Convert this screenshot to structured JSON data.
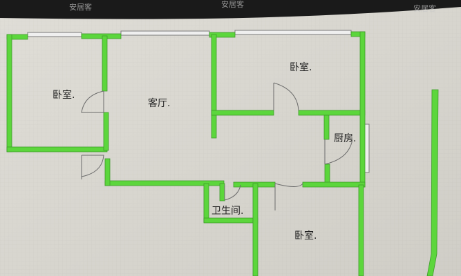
{
  "rooms": {
    "bedroom_left": "卧室.",
    "living_room": "客厅.",
    "bedroom_top_right": "卧室.",
    "kitchen": "厨房.",
    "bathroom": "卫生间.",
    "bedroom_bottom": "卧室."
  },
  "watermarks": [
    "安居客",
    "安居客",
    "安居客"
  ],
  "colors": {
    "wall": "#5cd63c",
    "wall_edge": "#3e9a2a",
    "background": "#d9d7d0",
    "screen_frame": "#1a1a1a",
    "door_line": "#6b6b6b"
  },
  "icons": [
    "door-swing-icon",
    "window-icon"
  ]
}
